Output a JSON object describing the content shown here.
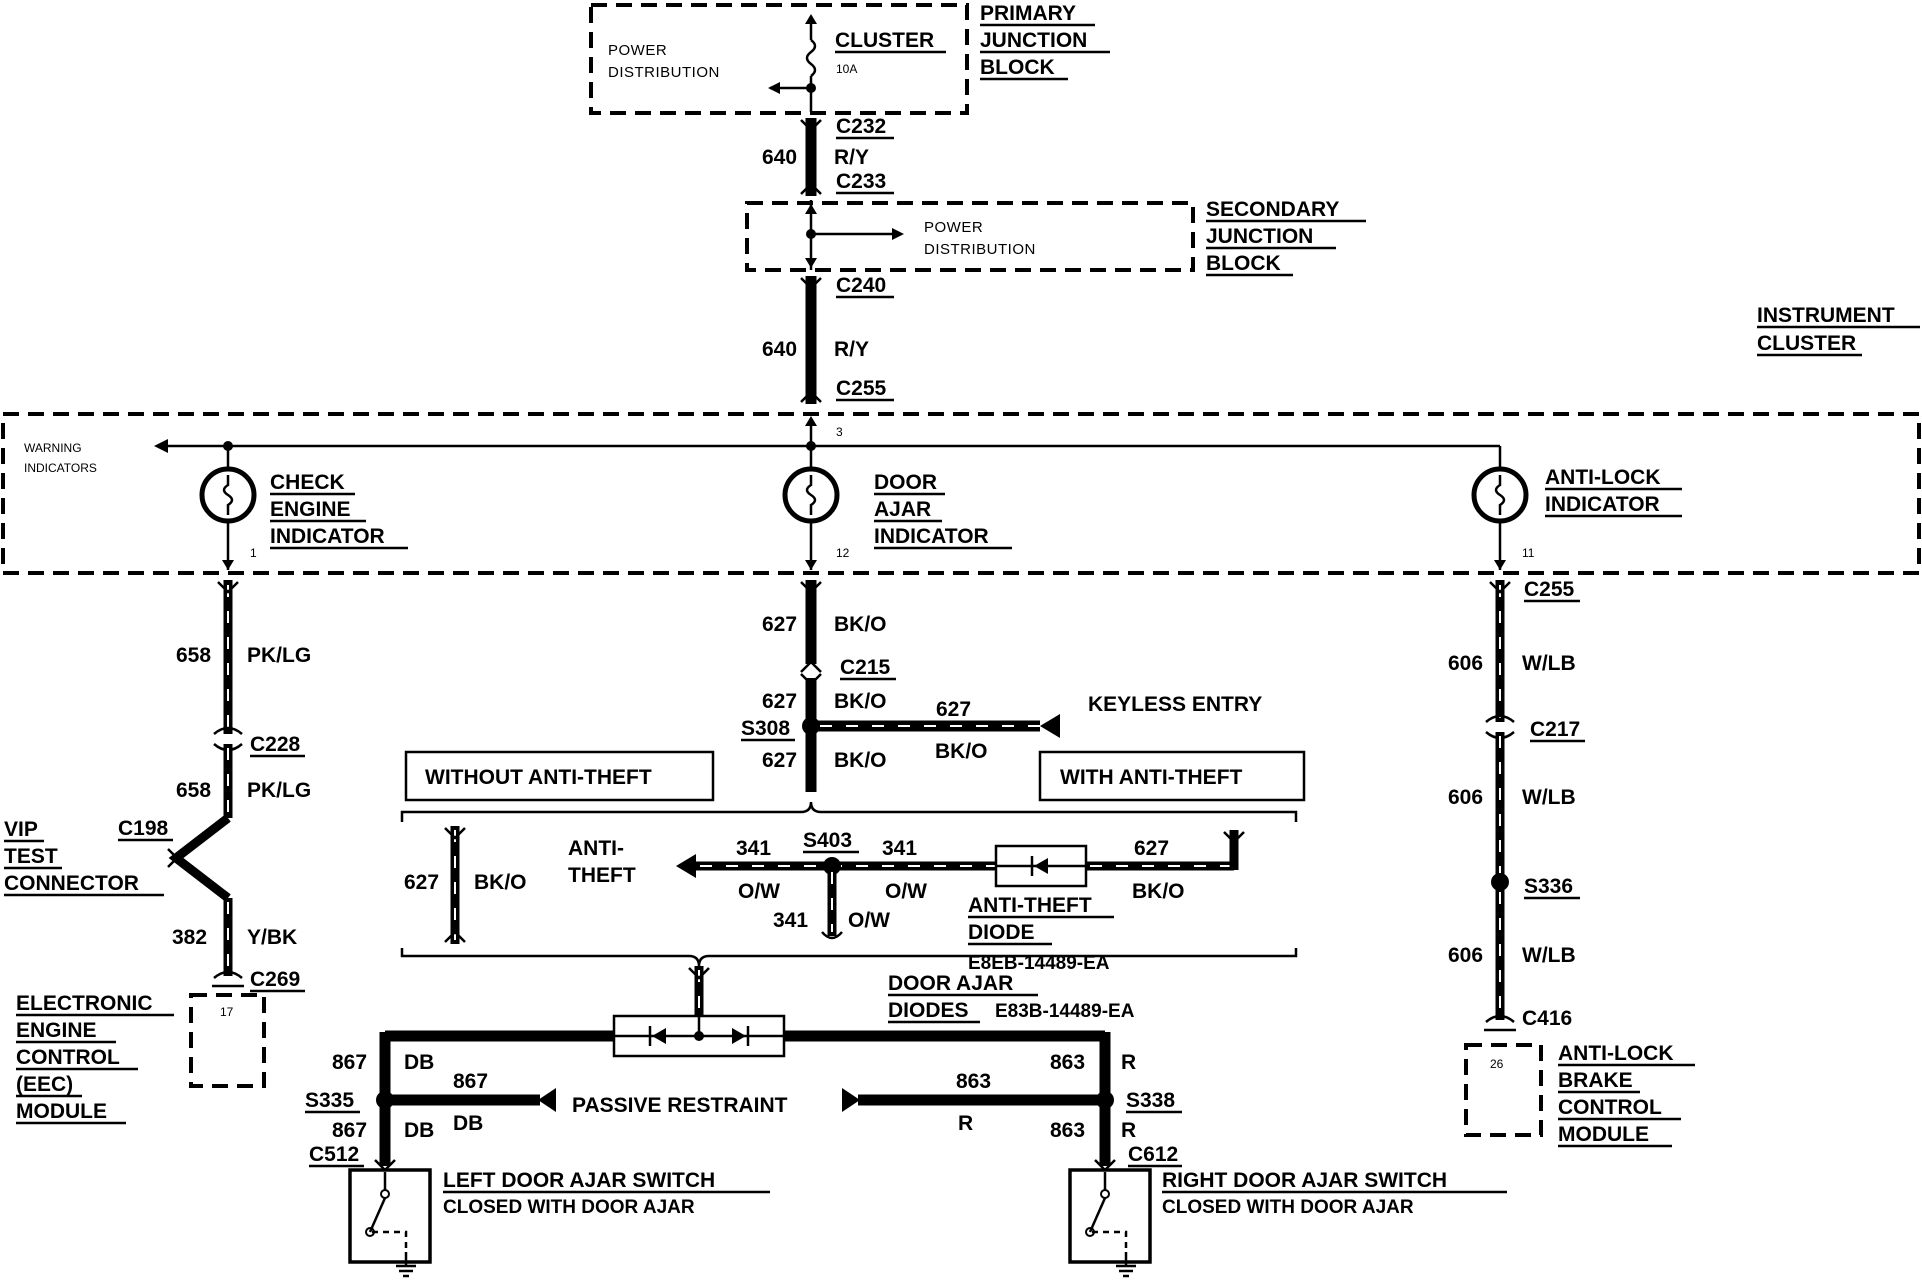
{
  "blocks": {
    "primary_junction_block": [
      "PRIMARY",
      "JUNCTION",
      "BLOCK"
    ],
    "secondary_junction_block": [
      "SECONDARY",
      "JUNCTION",
      "BLOCK"
    ],
    "instrument_cluster": [
      "INSTRUMENT",
      "CLUSTER"
    ],
    "power_distribution": [
      "POWER",
      "DISTRIBUTION"
    ],
    "warning_indicators": [
      "WARNING",
      "INDICATORS"
    ],
    "fuse_name": "CLUSTER",
    "fuse_rating": "10A"
  },
  "indicators": {
    "check_engine": [
      "CHECK",
      "ENGINE",
      "INDICATOR"
    ],
    "door_ajar": [
      "DOOR",
      "AJAR",
      "INDICATOR"
    ],
    "anti_lock": [
      "ANTI-LOCK",
      "INDICATOR"
    ],
    "pin_check_engine": "1",
    "pin_door_ajar": "12",
    "pin_anti_lock": "11",
    "pin_feed": "3"
  },
  "connectors": {
    "c232": "C232",
    "c233": "C233",
    "c240": "C240",
    "c255_top": "C255",
    "c255_right": "C255",
    "c215": "C215",
    "c228": "C228",
    "c198": "C198",
    "c269": "C269",
    "c217": "C217",
    "c416": "C416",
    "c512": "C512",
    "c612": "C612"
  },
  "splices": {
    "s308": "S308",
    "s403": "S403",
    "s336": "S336",
    "s335": "S335",
    "s338": "S338"
  },
  "circuits": {
    "c640": "640",
    "ry": "R/Y",
    "c627": "627",
    "bko": "BK/O",
    "c658": "658",
    "pklg": "PK/LG",
    "c382": "382",
    "ybk": "Y/BK",
    "c606": "606",
    "wlb": "W/LB",
    "c341": "341",
    "ow": "O/W",
    "c867": "867",
    "db": "DB",
    "c863": "863",
    "r": "R"
  },
  "labels": {
    "keyless_entry": "KEYLESS ENTRY",
    "without_anti_theft": "WITHOUT ANTI-THEFT",
    "with_anti_theft": "WITH ANTI-THEFT",
    "anti_theft": [
      "ANTI-",
      "THEFT"
    ],
    "anti_theft_diode": [
      "ANTI-THEFT",
      "DIODE"
    ],
    "anti_theft_diode_part": "E8EB-14489-EA",
    "door_ajar_diodes": [
      "DOOR AJAR",
      "DIODES"
    ],
    "door_ajar_diodes_part": "E83B-14489-EA",
    "passive_restraint": "PASSIVE RESTRAINT",
    "vip_test_connector": [
      "VIP",
      "TEST",
      "CONNECTOR"
    ],
    "eec_module": [
      "ELECTRONIC",
      "ENGINE",
      "CONTROL",
      "(EEC)",
      "MODULE"
    ],
    "eec_pin": "17",
    "abs_module": [
      "ANTI-LOCK",
      "BRAKE",
      "CONTROL",
      "MODULE"
    ],
    "abs_pin": "26",
    "left_switch": [
      "LEFT DOOR AJAR SWITCH",
      "CLOSED WITH DOOR AJAR"
    ],
    "right_switch": [
      "RIGHT DOOR AJAR SWITCH",
      "CLOSED WITH DOOR AJAR"
    ]
  }
}
